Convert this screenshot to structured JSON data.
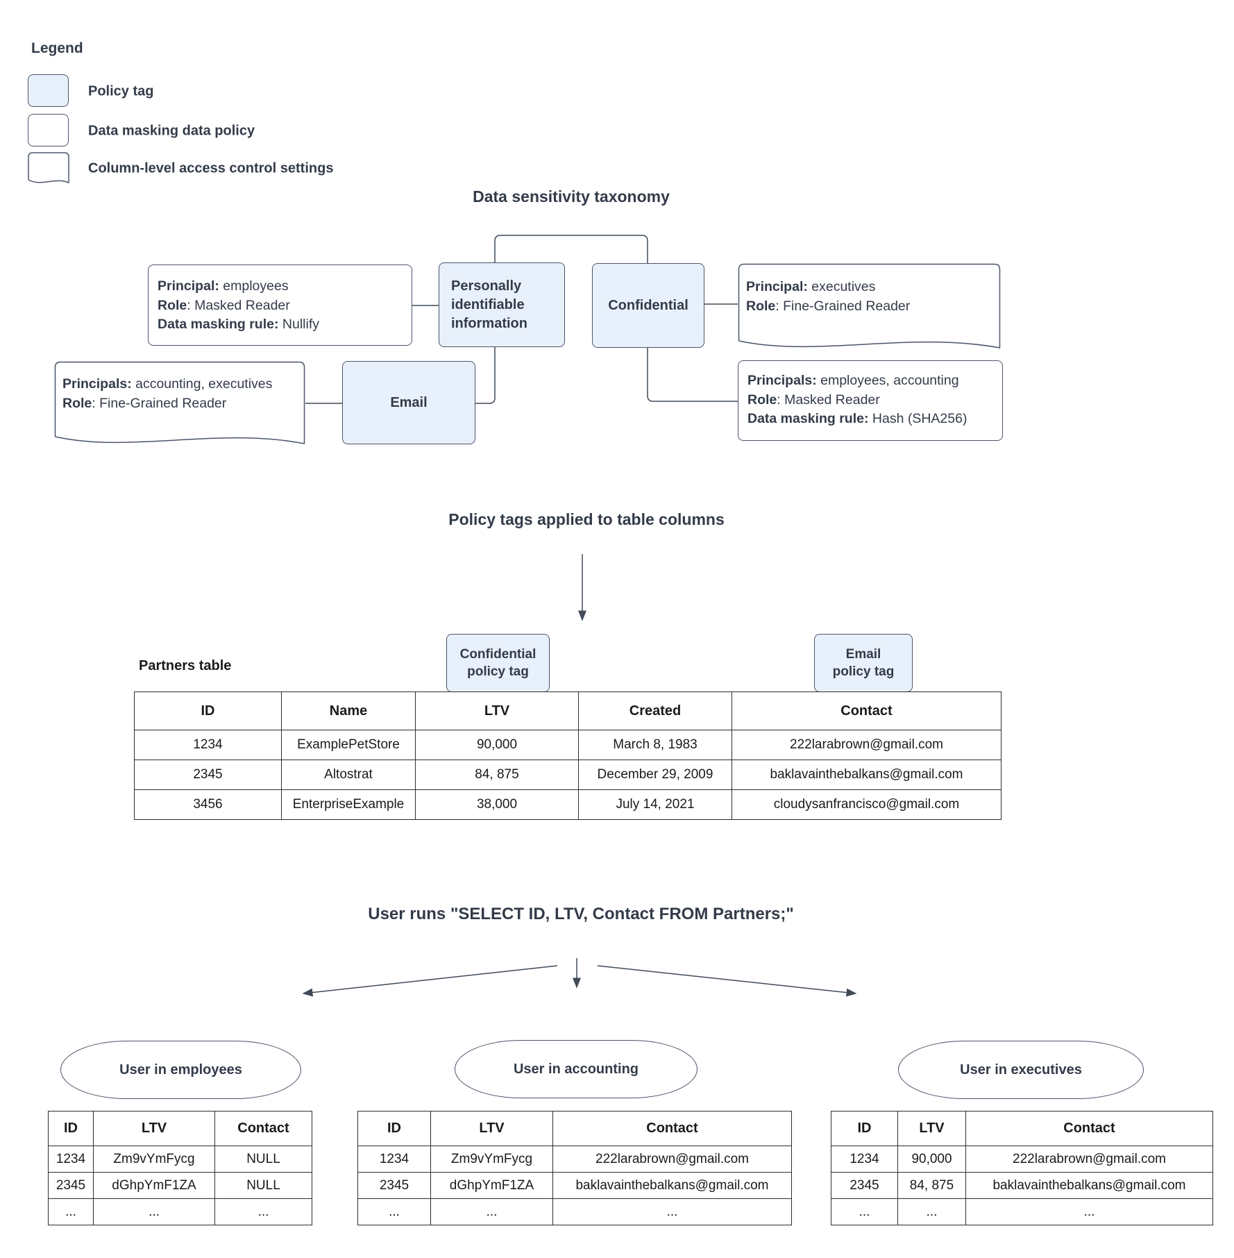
{
  "colors": {
    "policy_tag_fill": "#e8f0fb",
    "shape_border": "#4a5568",
    "line": "#3f4a56",
    "text": "#333b49",
    "table_border": "#2d2d2d"
  },
  "legend": {
    "title": "Legend",
    "items": [
      {
        "label": "Policy tag"
      },
      {
        "label": "Data masking data policy"
      },
      {
        "label": "Column-level access control settings"
      }
    ]
  },
  "taxonomy": {
    "title": "Data sensitivity taxonomy",
    "nodes": {
      "pii": "Personally identifiable information",
      "confidential": "Confidential",
      "email": "Email"
    },
    "pii_masking_policy": {
      "lines": [
        {
          "label": "Principal:",
          "value": " employees"
        },
        {
          "label": "Role",
          "value": ": Masked Reader"
        },
        {
          "label": "Data masking rule:",
          "value": " Nullify"
        }
      ]
    },
    "confidential_access_control": {
      "lines": [
        {
          "label": "Principal:",
          "value": " executives"
        },
        {
          "label": "Role",
          "value": ": Fine-Grained Reader"
        }
      ]
    },
    "email_access_control": {
      "lines": [
        {
          "label": "Principals:",
          "value": " accounting, executives"
        },
        {
          "label": "Role",
          "value": ": Fine-Grained Reader"
        }
      ]
    },
    "confidential_masking_policy": {
      "lines": [
        {
          "label": "Principals:",
          "value": " employees, accounting"
        },
        {
          "label": "Role",
          "value": ": Masked Reader"
        },
        {
          "label": "Data masking rule:",
          "value": " Hash (SHA256)"
        }
      ]
    }
  },
  "applied": {
    "title": "Policy tags applied to table columns",
    "table_label": "Partners table",
    "confidential_tag": {
      "line1": "Confidential",
      "line2": "policy tag"
    },
    "email_tag": {
      "line1": "Email",
      "line2": "policy tag"
    },
    "partners_table": {
      "headers": [
        "ID",
        "Name",
        "LTV",
        "Created",
        "Contact"
      ],
      "rows": [
        [
          "1234",
          "ExamplePetStore",
          "90,000",
          "March 8, 1983",
          "222larabrown@gmail.com"
        ],
        [
          "2345",
          "Altostrat",
          "84, 875",
          "December 29, 2009",
          "baklavainthebalkans@gmail.com"
        ],
        [
          "3456",
          "EnterpriseExample",
          "38,000",
          "July 14, 2021",
          "cloudysanfrancisco@gmail.com"
        ]
      ]
    }
  },
  "query": {
    "title": "User runs \"SELECT ID, LTV, Contact FROM Partners;\"",
    "results": [
      {
        "group": "User in employees",
        "headers": [
          "ID",
          "LTV",
          "Contact"
        ],
        "rows": [
          [
            "1234",
            "Zm9vYmFycg",
            "NULL"
          ],
          [
            "2345",
            "dGhpYmF1ZA",
            "NULL"
          ],
          [
            "...",
            "...",
            "..."
          ]
        ]
      },
      {
        "group": "User in accounting",
        "headers": [
          "ID",
          "LTV",
          "Contact"
        ],
        "rows": [
          [
            "1234",
            "Zm9vYmFycg",
            "222larabrown@gmail.com"
          ],
          [
            "2345",
            "dGhpYmF1ZA",
            "baklavainthebalkans@gmail.com"
          ],
          [
            "...",
            "...",
            "..."
          ]
        ]
      },
      {
        "group": "User in executives",
        "headers": [
          "ID",
          "LTV",
          "Contact"
        ],
        "rows": [
          [
            "1234",
            "90,000",
            "222larabrown@gmail.com"
          ],
          [
            "2345",
            "84, 875",
            "baklavainthebalkans@gmail.com"
          ],
          [
            "...",
            "...",
            "..."
          ]
        ]
      }
    ]
  }
}
